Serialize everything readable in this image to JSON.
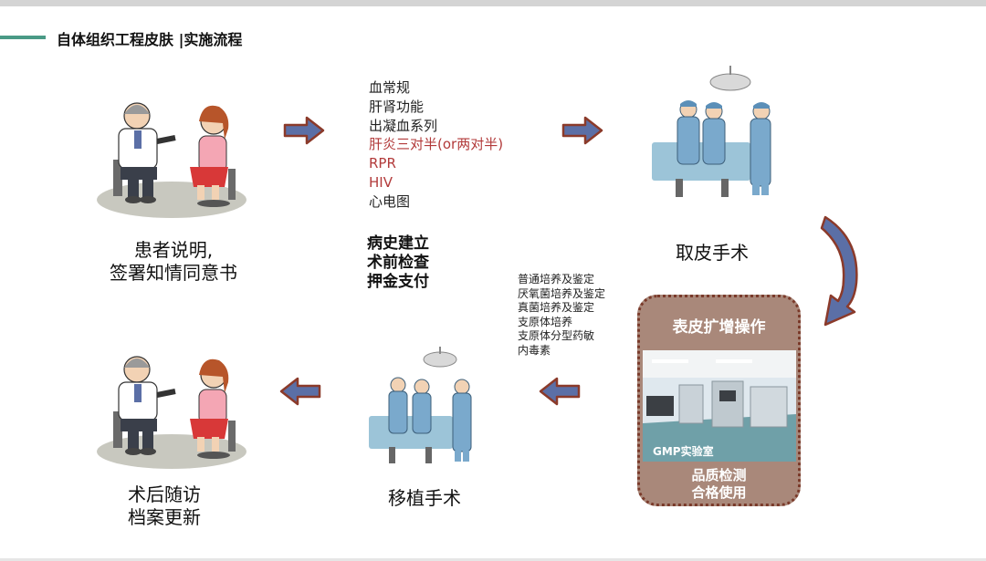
{
  "header": {
    "title": "自体组织工程皮肤 |实施流程"
  },
  "steps": {
    "consult": {
      "line1": "患者说明,",
      "line2": "签署知情同意书"
    },
    "harvest": {
      "label": "取皮手术"
    },
    "followup": {
      "line1": "术后随访",
      "line2": "档案更新"
    },
    "transplant": {
      "label": "移植手术"
    }
  },
  "lab_tests": [
    {
      "text": "血常规",
      "highlight": false
    },
    {
      "text": "肝肾功能",
      "highlight": false
    },
    {
      "text": "出凝血系列",
      "highlight": false
    },
    {
      "text": "肝炎三对半(or两对半)",
      "highlight": true
    },
    {
      "text": "RPR",
      "highlight": true
    },
    {
      "text": "HIV",
      "highlight": true
    },
    {
      "text": "心电图",
      "highlight": false
    }
  ],
  "pre_op": [
    "病史建立",
    "术前检查",
    "押金支付"
  ],
  "culture_tests": [
    "普通培养及鉴定",
    "厌氧菌培养及鉴定",
    "真菌培养及鉴定",
    "支原体培养",
    "支原体分型药敏",
    "内毒素"
  ],
  "gmp": {
    "title": "表皮扩增操作",
    "photo_label": "GMP实验室",
    "footer1": "品质检测",
    "footer2": "合格使用"
  },
  "colors": {
    "arrow_fill": "#5b6fa6",
    "arrow_border": "#8b3a2a",
    "highlight_text": "#b23a3a",
    "title_accent": "#4a9a86",
    "gmp_background": "#a9887a"
  }
}
